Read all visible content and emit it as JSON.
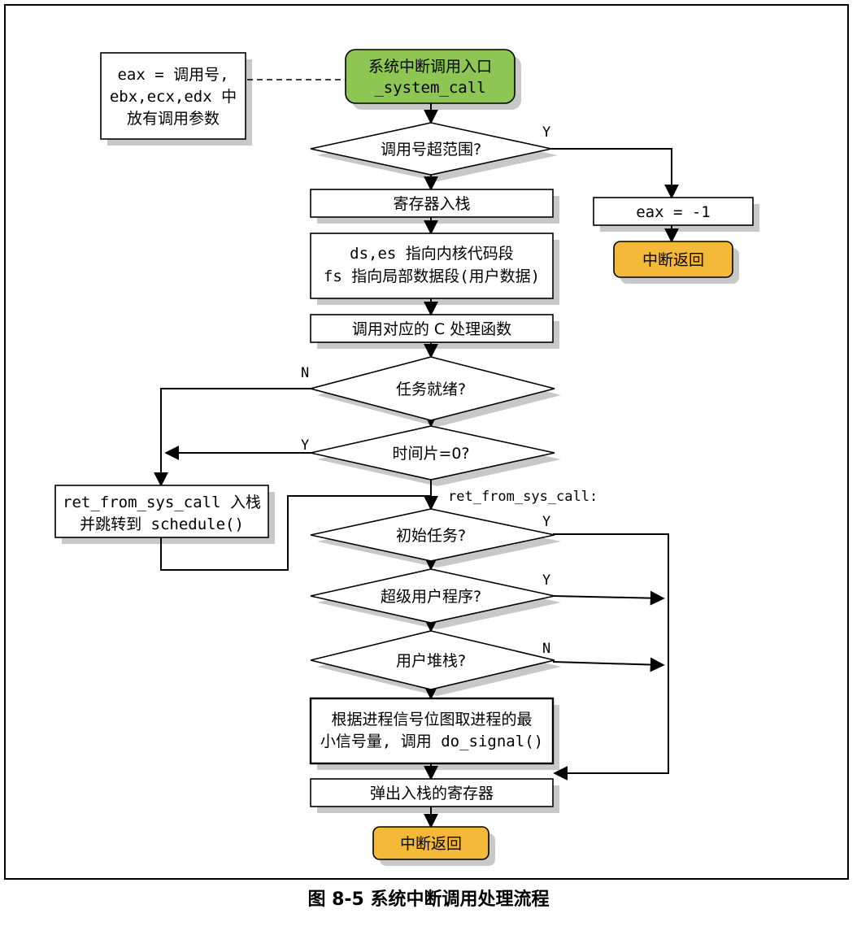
{
  "nodes": {
    "note": [
      "eax = 调用号,",
      "ebx,ecx,edx 中",
      "放有调用参数"
    ],
    "entry": [
      "系统中断调用入口",
      "_system_call"
    ],
    "check_range": "调用号超范围?",
    "push_regs": "寄存器入栈",
    "set_segments": [
      "ds,es 指向内核代码段",
      "fs 指向局部数据段(用户数据)"
    ],
    "call_c": "调用对应的 C 处理函数",
    "task_ready": "任务就绪?",
    "timeslice": "时间片=0?",
    "schedule": [
      "ret_from_sys_call 入栈",
      "并跳转到 schedule()"
    ],
    "ret_label": "ret_from_sys_call:",
    "init_task": "初始任务?",
    "supervisor": "超级用户程序?",
    "user_stack": "用户堆栈?",
    "do_signal": [
      "根据进程信号位图取进程的最",
      "小信号量, 调用 do_signal()"
    ],
    "pop_regs": "弹出入栈的寄存器",
    "return_main": "中断返回",
    "eax_neg": "eax = -1",
    "return_err": "中断返回"
  },
  "edge_labels": {
    "check_range_yes": "Y",
    "task_ready_no": "N",
    "timeslice_yes": "Y",
    "init_task_yes": "Y",
    "supervisor_yes": "Y",
    "user_stack_no": "N"
  },
  "colors": {
    "entry": "#8ec653",
    "return": "#f5b93a",
    "shadow": "#c8c8c8"
  },
  "caption": "图 8-5 系统中断调用处理流程"
}
